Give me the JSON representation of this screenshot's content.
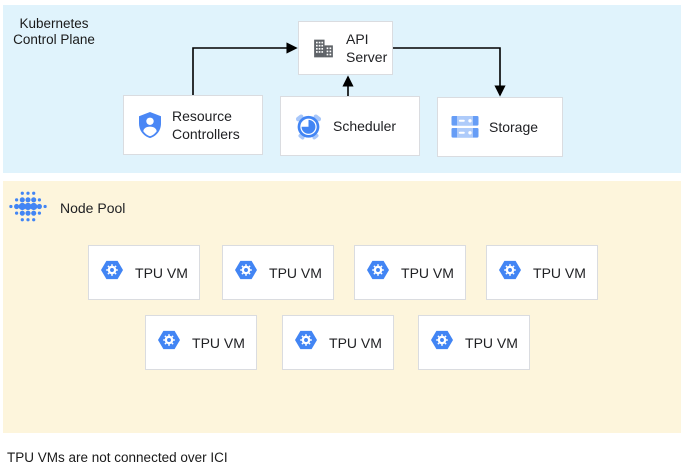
{
  "control_plane": {
    "title_line1": "Kubernetes",
    "title_line2": "Control Plane",
    "api_server": {
      "line1": "API",
      "line2": "Server",
      "icon": "building-icon"
    },
    "resource_controllers": {
      "line1": "Resource",
      "line2": "Controllers",
      "icon": "shield-user-icon"
    },
    "scheduler": {
      "label": "Scheduler",
      "icon": "alarm-clock-icon"
    },
    "storage": {
      "label": "Storage",
      "icon": "server-stack-icon"
    }
  },
  "node_pool": {
    "title": "Node Pool",
    "icon": "dot-cluster-icon",
    "vms": [
      {
        "label": "TPU VM",
        "icon": "hexagon-gear-icon"
      },
      {
        "label": "TPU VM",
        "icon": "hexagon-gear-icon"
      },
      {
        "label": "TPU VM",
        "icon": "hexagon-gear-icon"
      },
      {
        "label": "TPU VM",
        "icon": "hexagon-gear-icon"
      },
      {
        "label": "TPU VM",
        "icon": "hexagon-gear-icon"
      },
      {
        "label": "TPU VM",
        "icon": "hexagon-gear-icon"
      },
      {
        "label": "TPU VM",
        "icon": "hexagon-gear-icon"
      }
    ]
  },
  "caption": "TPU VMs are not connected over ICI",
  "arrows": [
    {
      "from": "resource-controllers",
      "to": "api-server"
    },
    {
      "from": "scheduler",
      "to": "api-server"
    },
    {
      "from": "api-server",
      "to": "storage"
    }
  ],
  "colors": {
    "control_plane_bg": "#e0f3fc",
    "node_pool_bg": "#fdf5dc",
    "box_border": "#dadce0",
    "primary_blue": "#4285f4",
    "mid_blue": "#669df6",
    "light_blue": "#aecbfa",
    "icon_gray": "#5f6368",
    "text": "#202124",
    "arrow": "#000000"
  }
}
